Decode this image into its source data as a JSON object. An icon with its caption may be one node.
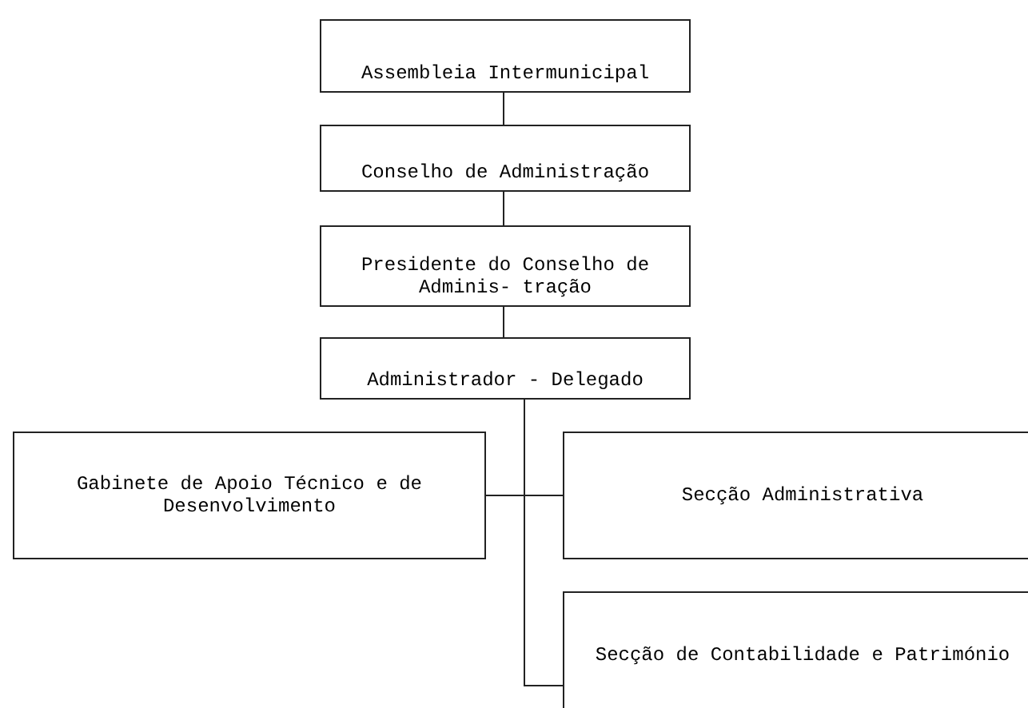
{
  "diagram": {
    "nodes": [
      {
        "text": [
          "Assembleia Intermunicipal"
        ]
      },
      {
        "text": [
          "Conselho de Administração"
        ]
      },
      {
        "text": [
          "Presidente do Conselho de Adminis- tração"
        ]
      },
      {
        "text": [
          "Administrador - Delegado"
        ]
      },
      {
        "text": [
          "Gabinete de Apoio Técnico e de Desenvolvimento"
        ]
      },
      {
        "text": [
          "Secção Administrativa"
        ]
      },
      {
        "text": [
          "Secção de Contabilidade e Património"
        ]
      }
    ],
    "edges": [
      {
        "from": 0,
        "to": 1,
        "arrow": "none"
      },
      {
        "from": 1,
        "to": 2,
        "arrow": "none"
      },
      {
        "from": 2,
        "to": 3,
        "arrow": "none"
      },
      {
        "from": 3,
        "to": 4,
        "arrow": "none"
      },
      {
        "from": 3,
        "to": 5,
        "arrow": "none"
      },
      {
        "from": 3,
        "to": 6,
        "arrow": "none"
      }
    ]
  }
}
